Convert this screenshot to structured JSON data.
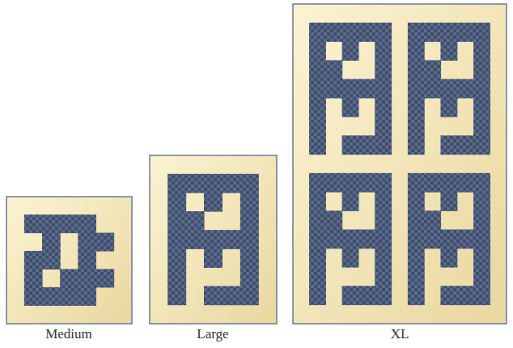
{
  "diagram": {
    "labels": [
      "Medium",
      "Large",
      "XL"
    ]
  }
}
